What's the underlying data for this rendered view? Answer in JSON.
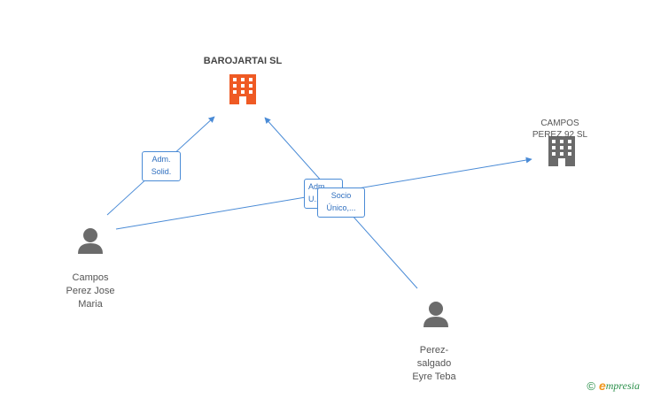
{
  "nodes": {
    "barojartai": {
      "label": "BAROJARTAI SL",
      "type": "company",
      "color": "#ef5a24"
    },
    "campos_perez_92": {
      "label": "CAMPOS\nPEREZ 92 SL",
      "type": "company",
      "color": "#6a6a6a"
    },
    "campos_perez_jose": {
      "label": "Campos\nPerez Jose\nMaria",
      "type": "person"
    },
    "perez_salgado": {
      "label": "Perez-\nsalgado\nEyre Teba",
      "type": "person"
    }
  },
  "edges": {
    "adm_solid": "Adm.\nSolid.",
    "adm_unico": "Adm.\nU...",
    "socio_unico": "Socio\nÚnico,..."
  },
  "colors": {
    "edge": "#4a8bd6",
    "person": "#6b6b6b"
  },
  "brand": {
    "copyright": "©",
    "e": "e",
    "rest": "mpresia"
  }
}
